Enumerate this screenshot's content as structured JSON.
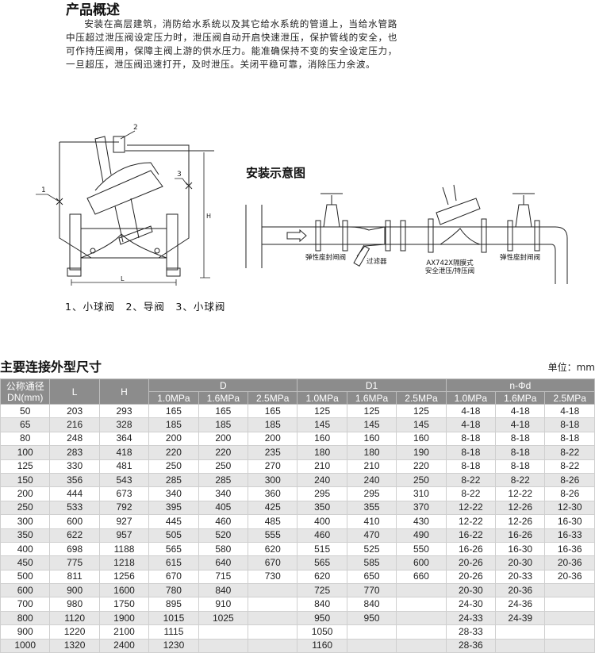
{
  "overview": {
    "title": "产品概述",
    "text": "安装在高层建筑，消防给水系统以及其它给水系统的管道上，当给水管路中压超过泄压阀设定压力时，泄压阀自动开启快速泄压，保护管线的安全，也可作持压阀用，保障主阀上游的供水压力。能准确保持不变的安全设定压力，一旦超压，泄压阀迅速打开，及时泄压。关闭平稳可靠，消除压力余波。"
  },
  "valve_figure": {
    "callouts": [
      "1",
      "2",
      "3"
    ],
    "dim_h": "H",
    "dim_l": "L",
    "legend": "1、小球阀　2、导阀　3、小球阀"
  },
  "install": {
    "title": "安装示意图",
    "labels": {
      "gate_valve_1": "弹性座封闸阀",
      "filter": "过滤器",
      "main_valve_line1": "AX742X隔膜式",
      "main_valve_line2": "安全泄压/持压阀",
      "gate_valve_2": "弹性座封闸阀"
    }
  },
  "dimensions": {
    "title": "主要连接外型尺寸",
    "unit": "单位：mm",
    "headers": {
      "dn_line1": "公称通径",
      "dn_line2": "DN(mm)",
      "l": "L",
      "h": "H",
      "d": "D",
      "d1": "D1",
      "nd": "n-Φd",
      "pressures": [
        "1.0MPa",
        "1.6MPa",
        "2.5MPa"
      ]
    },
    "rows": [
      [
        "50",
        "203",
        "293",
        "165",
        "165",
        "165",
        "125",
        "125",
        "125",
        "4-18",
        "4-18",
        "4-18"
      ],
      [
        "65",
        "216",
        "328",
        "185",
        "185",
        "185",
        "145",
        "145",
        "145",
        "4-18",
        "4-18",
        "8-18"
      ],
      [
        "80",
        "248",
        "364",
        "200",
        "200",
        "200",
        "160",
        "160",
        "160",
        "8-18",
        "8-18",
        "8-18"
      ],
      [
        "100",
        "283",
        "418",
        "220",
        "220",
        "235",
        "180",
        "180",
        "190",
        "8-18",
        "8-18",
        "8-22"
      ],
      [
        "125",
        "330",
        "481",
        "250",
        "250",
        "270",
        "210",
        "210",
        "220",
        "8-18",
        "8-18",
        "8-22"
      ],
      [
        "150",
        "356",
        "543",
        "285",
        "285",
        "300",
        "240",
        "240",
        "250",
        "8-22",
        "8-22",
        "8-26"
      ],
      [
        "200",
        "444",
        "673",
        "340",
        "340",
        "360",
        "295",
        "295",
        "310",
        "8-22",
        "12-22",
        "8-26"
      ],
      [
        "250",
        "533",
        "792",
        "395",
        "405",
        "425",
        "350",
        "355",
        "370",
        "12-22",
        "12-26",
        "12-30"
      ],
      [
        "300",
        "600",
        "927",
        "445",
        "460",
        "485",
        "400",
        "410",
        "430",
        "12-22",
        "12-26",
        "16-30"
      ],
      [
        "350",
        "622",
        "957",
        "505",
        "520",
        "555",
        "460",
        "470",
        "490",
        "16-22",
        "16-26",
        "16-33"
      ],
      [
        "400",
        "698",
        "1188",
        "565",
        "580",
        "620",
        "515",
        "525",
        "550",
        "16-26",
        "16-30",
        "16-36"
      ],
      [
        "450",
        "775",
        "1218",
        "615",
        "640",
        "670",
        "565",
        "585",
        "600",
        "20-26",
        "20-30",
        "20-36"
      ],
      [
        "500",
        "811",
        "1256",
        "670",
        "715",
        "730",
        "620",
        "650",
        "660",
        "20-26",
        "20-33",
        "20-36"
      ],
      [
        "600",
        "900",
        "1600",
        "780",
        "840",
        "",
        "725",
        "770",
        "",
        "20-30",
        "20-36",
        ""
      ],
      [
        "700",
        "980",
        "1750",
        "895",
        "910",
        "",
        "840",
        "840",
        "",
        "24-30",
        "24-36",
        ""
      ],
      [
        "800",
        "1120",
        "1900",
        "1015",
        "1025",
        "",
        "950",
        "950",
        "",
        "24-33",
        "24-39",
        ""
      ],
      [
        "900",
        "1220",
        "2100",
        "1115",
        "",
        "",
        "1050",
        "",
        "",
        "28-33",
        "",
        ""
      ],
      [
        "1000",
        "1320",
        "2400",
        "1230",
        "",
        "",
        "1160",
        "",
        "",
        "28-36",
        "",
        ""
      ]
    ]
  }
}
